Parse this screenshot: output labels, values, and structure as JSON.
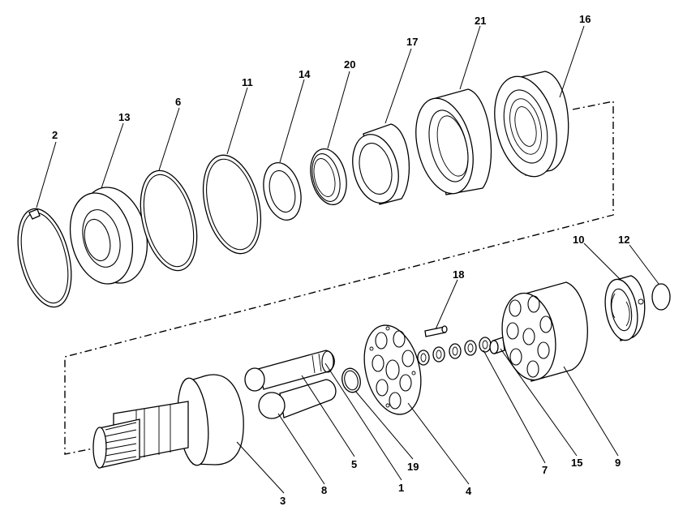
{
  "diagram": {
    "type": "exploded-parts-view",
    "line_color": "#000000",
    "background": "#ffffff",
    "callouts": [
      "2",
      "13",
      "6",
      "11",
      "14",
      "20",
      "17",
      "21",
      "16",
      "10",
      "12",
      "18",
      "3",
      "8",
      "5",
      "1",
      "19",
      "4",
      "7",
      "15",
      "9"
    ]
  }
}
